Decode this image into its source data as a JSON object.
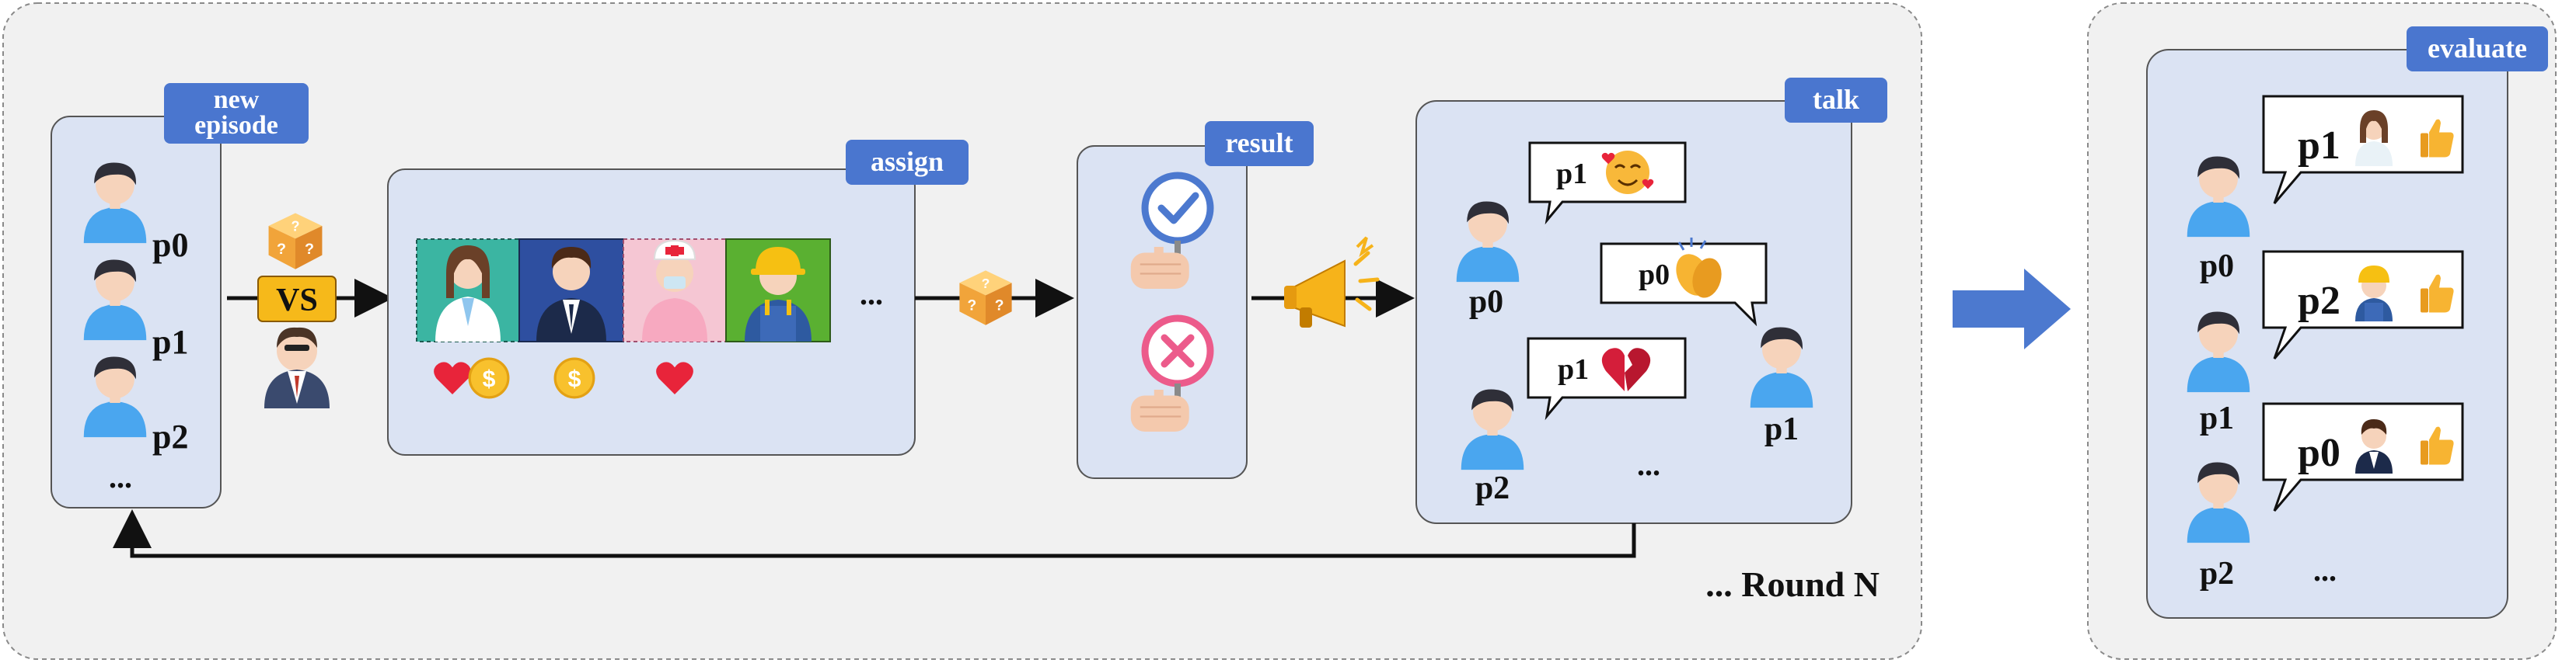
{
  "tags": {
    "new_episode_1": "new",
    "new_episode_2": "episode",
    "assign": "assign",
    "result": "result",
    "talk": "talk",
    "evaluate": "evaluate"
  },
  "episode": {
    "players": [
      "p0",
      "p1",
      "p2"
    ],
    "more": "...",
    "vs": "VS"
  },
  "assign": {
    "more": "..."
  },
  "talk": {
    "p0": "p0",
    "p1": "p1",
    "p2": "p2",
    "bubble1": "p1",
    "bubble2": "p0",
    "bubble3": "p1",
    "more": "..."
  },
  "round": "... Round N",
  "evaluate": {
    "players": [
      "p0",
      "p1",
      "p2"
    ],
    "bubbles": [
      "p1",
      "p2",
      "p0"
    ],
    "more": "..."
  },
  "colors": {
    "tag": "#4a76cf",
    "panel": "#dbe3f3",
    "outer": "#f1f1f1",
    "person": "#4aa6ef",
    "arrow": "#4c79cf"
  }
}
